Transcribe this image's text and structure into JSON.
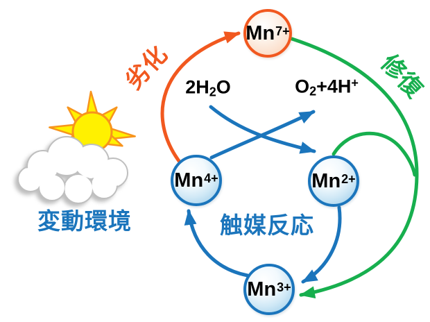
{
  "labels": {
    "degradation": "劣化",
    "repair": "修復",
    "catalysis": "触媒反応",
    "environment": "変動環境"
  },
  "reaction": {
    "reactant": {
      "p1": "2H",
      "sub": "2",
      "p2": "O"
    },
    "product": {
      "p1": "O",
      "sub": "2",
      "p2": "+4H",
      "sup": "+"
    }
  },
  "nodes": {
    "mn7": {
      "element": "Mn",
      "charge": "7+"
    },
    "mn4": {
      "element": "Mn",
      "charge": "4+"
    },
    "mn2": {
      "element": "Mn",
      "charge": "2+"
    },
    "mn3": {
      "element": "Mn",
      "charge": "3+"
    }
  },
  "icons": {
    "sun": "sun",
    "cloud": "cloud"
  },
  "colors": {
    "degradation_orange": "#F1581F",
    "repair_green": "#17AF4E",
    "cycle_blue": "#1B75BC",
    "sun_yellow": "#FFF100",
    "sun_outline": "#F7941D",
    "node_blue_border": "#1B75BC",
    "node_orange_border": "#F1581F",
    "text_black": "#000000"
  }
}
